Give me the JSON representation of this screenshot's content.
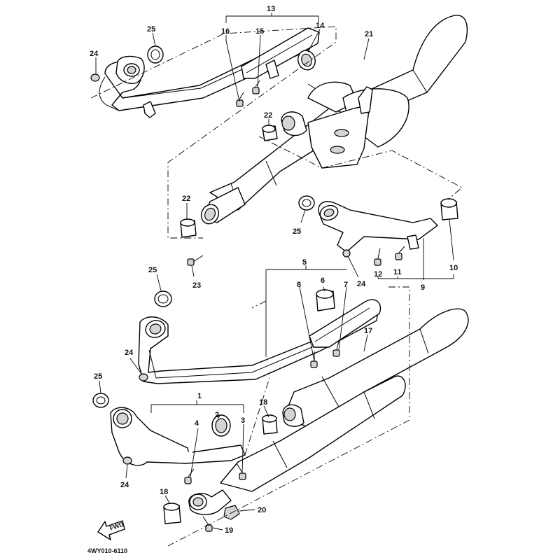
{
  "diagram": {
    "drawing_code": "4WY010-6110",
    "fwd_arrow_label": "FWD",
    "callouts": [
      {
        "id": "c1",
        "text": "1"
      },
      {
        "id": "c2",
        "text": "2"
      },
      {
        "id": "c3",
        "text": "3"
      },
      {
        "id": "c4",
        "text": "4"
      },
      {
        "id": "c5",
        "text": "5"
      },
      {
        "id": "c6",
        "text": "6"
      },
      {
        "id": "c7",
        "text": "7"
      },
      {
        "id": "c8",
        "text": "8"
      },
      {
        "id": "c9",
        "text": "9"
      },
      {
        "id": "c10",
        "text": "10"
      },
      {
        "id": "c11",
        "text": "11"
      },
      {
        "id": "c12",
        "text": "12"
      },
      {
        "id": "c13",
        "text": "13"
      },
      {
        "id": "c14",
        "text": "14"
      },
      {
        "id": "c15",
        "text": "15"
      },
      {
        "id": "c16",
        "text": "16"
      },
      {
        "id": "c17",
        "text": "17"
      },
      {
        "id": "c18a",
        "text": "18"
      },
      {
        "id": "c18b",
        "text": "18"
      },
      {
        "id": "c19",
        "text": "19"
      },
      {
        "id": "c20",
        "text": "20"
      },
      {
        "id": "c21",
        "text": "21"
      },
      {
        "id": "c22a",
        "text": "22"
      },
      {
        "id": "c22b",
        "text": "22"
      },
      {
        "id": "c23",
        "text": "23"
      },
      {
        "id": "c24a",
        "text": "24"
      },
      {
        "id": "c24b",
        "text": "24"
      },
      {
        "id": "c24c",
        "text": "24"
      },
      {
        "id": "c24d",
        "text": "24"
      },
      {
        "id": "c25a",
        "text": "25"
      },
      {
        "id": "c25b",
        "text": "25"
      },
      {
        "id": "c25c",
        "text": "25"
      },
      {
        "id": "c25d",
        "text": "25"
      }
    ]
  }
}
